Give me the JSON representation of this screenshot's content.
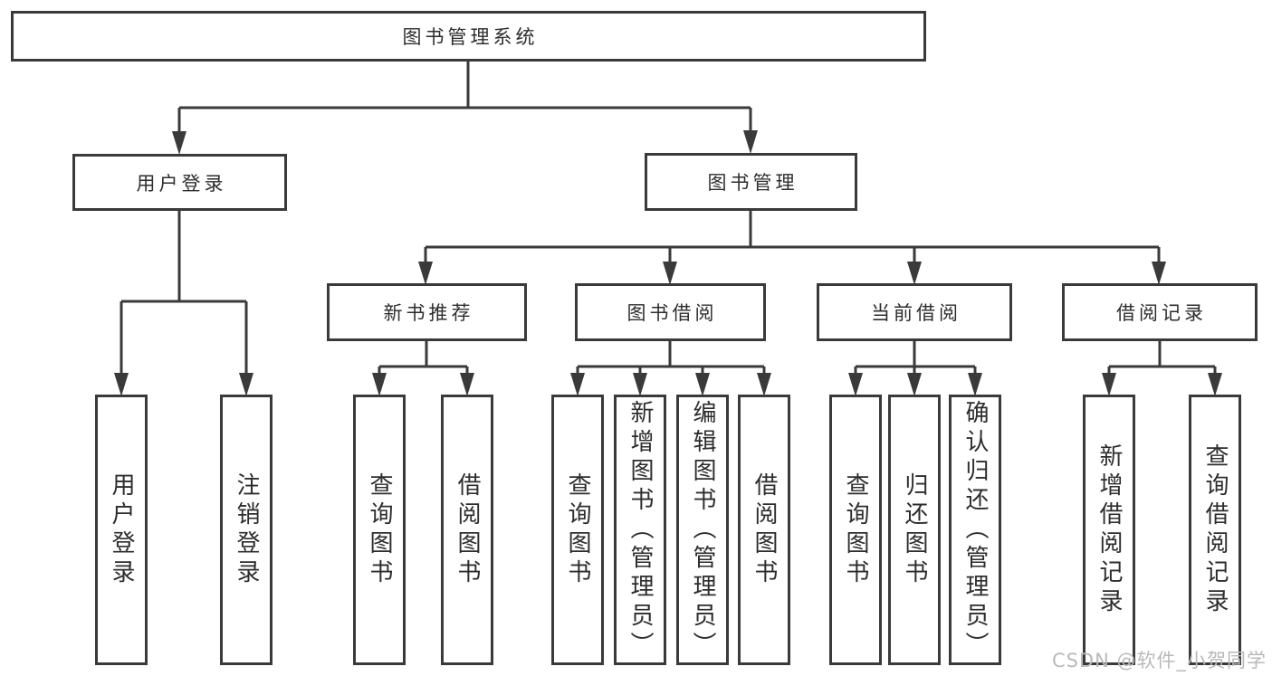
{
  "colors": {
    "line": "#3a3a3a",
    "box_border": "#3a3a3a",
    "text": "#2d2d2d",
    "watermark": "#b9b9b9",
    "background": "#ffffff"
  },
  "watermark": {
    "text": "CSDN @软件_小贺同学"
  },
  "tree": {
    "label": "图书管理系统",
    "children": [
      {
        "label": "用户登录",
        "children": [
          {
            "label": "用户登录"
          },
          {
            "label": "注销登录"
          }
        ]
      },
      {
        "label": "图书管理",
        "children": [
          {
            "label": "新书推荐",
            "children": [
              {
                "label": "查询图书"
              },
              {
                "label": "借阅图书"
              }
            ]
          },
          {
            "label": "图书借阅",
            "children": [
              {
                "label": "查询图书"
              },
              {
                "label": "新增图书（管理员）"
              },
              {
                "label": "编辑图书（管理员）"
              },
              {
                "label": "借阅图书"
              }
            ]
          },
          {
            "label": "当前借阅",
            "children": [
              {
                "label": "查询图书"
              },
              {
                "label": "归还图书"
              },
              {
                "label": "确认归还（管理员）"
              }
            ]
          },
          {
            "label": "借阅记录",
            "children": [
              {
                "label": "新增借阅记录"
              },
              {
                "label": "查询借阅记录"
              }
            ]
          }
        ]
      }
    ]
  }
}
